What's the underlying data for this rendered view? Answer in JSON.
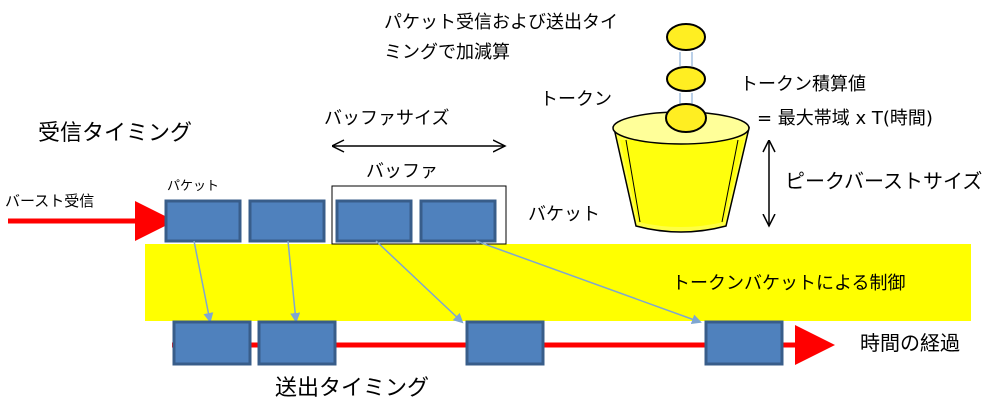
{
  "labels": {
    "reception_timing": "受信タイミング",
    "burst_reception": "バースト受信",
    "packet": "パケット",
    "buffer_size": "バッファサイズ",
    "buffer": "バッファ",
    "bucket": "バケット",
    "token": "トークン",
    "token_note_line1": "パケット受信および送出タイ",
    "token_note_line2": "ミングで加減算",
    "token_accumulated": "トークン積算値",
    "token_formula": "= 最大帯域 x T(時間)",
    "peak_burst_size": "ピークバーストサイズ",
    "token_bucket_control": "トークンバケットによる制御",
    "transmission_timing": "送出タイミング",
    "time_elapsed": "時間の経過"
  },
  "colors": {
    "packet_fill": "#4f81bd",
    "packet_stroke": "#385d8a",
    "arrow_red": "#ff0000",
    "band_yellow": "#ffff00",
    "bucket_yellow": "#ffff33",
    "token_yellow": "#ffee22",
    "connector_blue": "#7fa6d0"
  }
}
